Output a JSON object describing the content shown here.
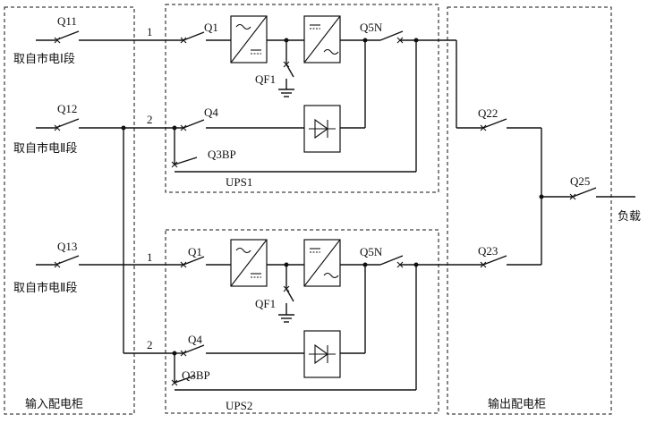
{
  "cabinets": {
    "input": "输入配电柜",
    "output": "输出配电柜"
  },
  "inputs": {
    "q11": "Q11",
    "q12": "Q12",
    "q13": "Q13",
    "src1": "取自市电Ⅰ段",
    "src2": "取自市电Ⅱ段",
    "src3": "取自市电Ⅱ段"
  },
  "ups1": {
    "name": "UPS1",
    "q1": "Q1",
    "qf1": "QF1",
    "q4": "Q4",
    "q5n": "Q5N",
    "q3bp": "Q3BP",
    "line1": "1",
    "line2": "2"
  },
  "ups2": {
    "name": "UPS2",
    "q1": "Q1",
    "qf1": "QF1",
    "q4": "Q4",
    "q5n": "Q5N",
    "q3bp": "Q3BP",
    "line1": "1",
    "line2": "2"
  },
  "outputs": {
    "q22": "Q22",
    "q23": "Q23",
    "q25": "Q25",
    "load": "负载"
  }
}
